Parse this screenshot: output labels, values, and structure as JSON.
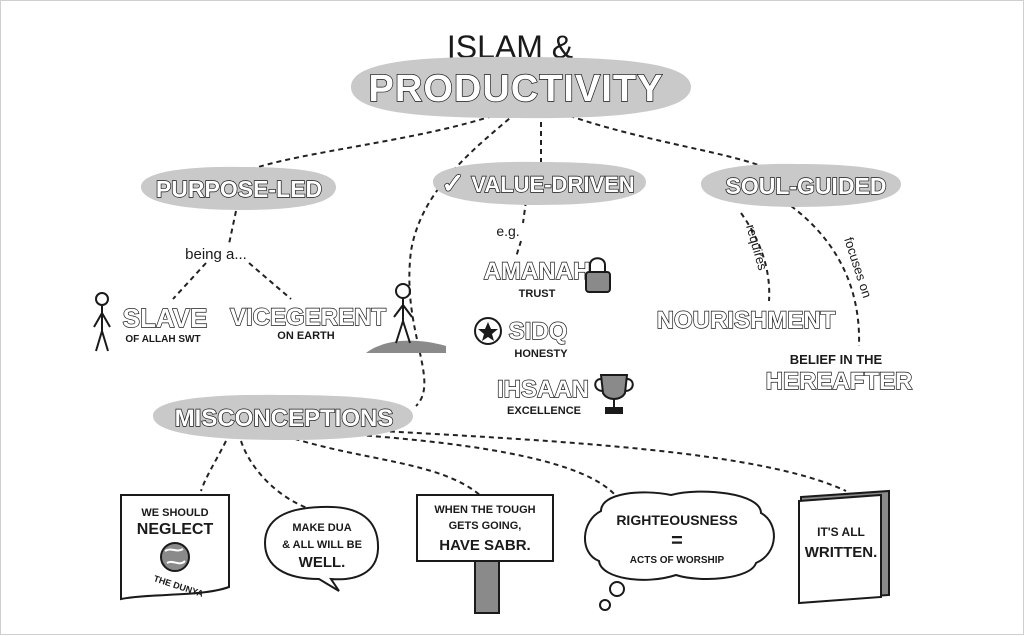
{
  "title": {
    "line1": "ISLAM &",
    "line2": "PRODUCTIVITY"
  },
  "branches": {
    "purpose": {
      "label": "PURPOSE-LED",
      "connector": "being a...",
      "slave": {
        "title": "SLAVE",
        "sub": "OF ALLAH SWT"
      },
      "vicegerent": {
        "title": "VICEGERENT",
        "sub": "ON EARTH"
      }
    },
    "value": {
      "check": "✓",
      "label": "VALUE-DRIVEN",
      "connector": "e.g.",
      "items": [
        {
          "title": "AMANAH",
          "sub": "TRUST",
          "icon": "padlock-icon"
        },
        {
          "title": "SIDQ",
          "sub": "HONESTY",
          "icon": "badge-star-icon"
        },
        {
          "title": "IHSAAN",
          "sub": "EXCELLENCE",
          "icon": "trophy-icon"
        }
      ]
    },
    "soul": {
      "label": "SOUL-GUIDED",
      "connector_left": "requires",
      "connector_right": "focuses on",
      "nourishment": "NOURISHMENT",
      "belief_line1": "BELIEF IN THE",
      "belief_line2": "HEREAFTER"
    }
  },
  "misconceptions": {
    "label": "MISCONCEPTIONS",
    "paper": {
      "line1": "WE SHOULD",
      "line2": "NEGLECT",
      "line3": "THE DUNYA"
    },
    "bubble": {
      "line1": "MAKE DUA",
      "line2": "& ALL WILL BE",
      "line3": "WELL."
    },
    "sign": {
      "line1": "WHEN THE TOUGH",
      "line2": "GETS GOING,",
      "line3": "HAVE SABR."
    },
    "cloud": {
      "line1": "RIGHTEOUSNESS",
      "line2": "=",
      "line3": "ACTS OF WORSHIP"
    },
    "book": {
      "line1": "IT'S ALL",
      "line2": "WRITTEN."
    }
  },
  "colors": {
    "ink": "#1a1a1a",
    "highlight": "#c9c9c9",
    "background": "#ffffff"
  }
}
